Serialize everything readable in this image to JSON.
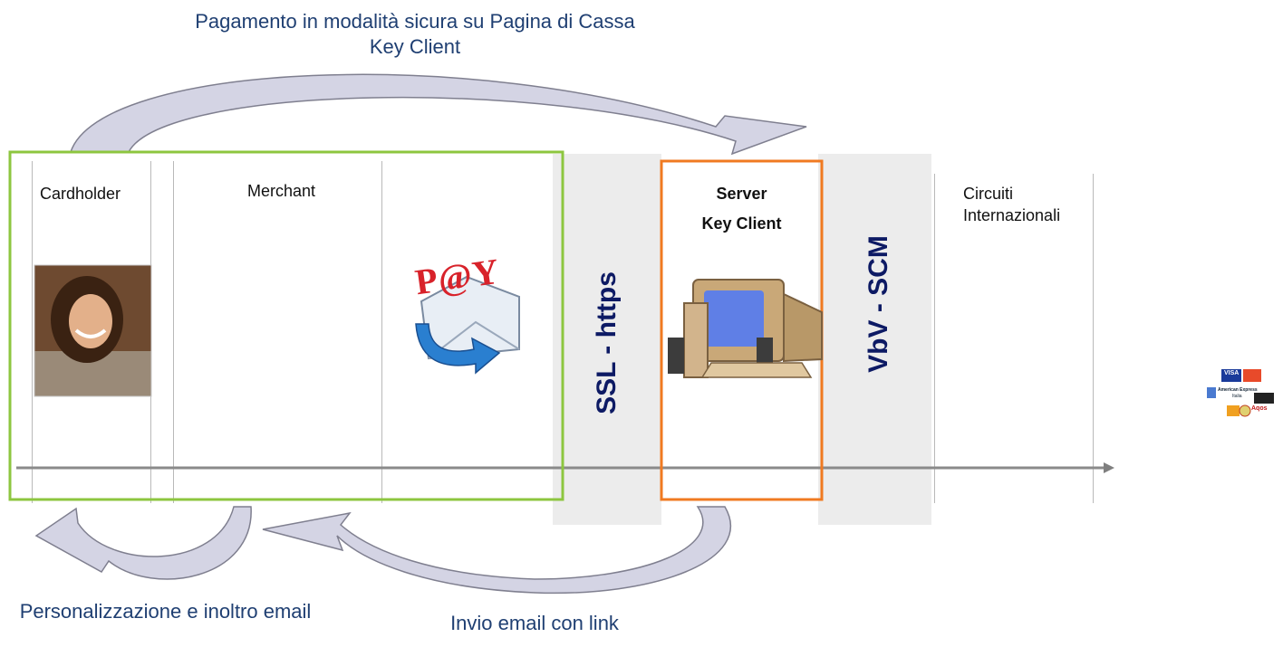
{
  "captions": {
    "top": "Pagamento in modalità sicura su Pagina di Cassa Key Client",
    "bottom_left": "Personalizzazione e inoltro email",
    "bottom_center": "Invio email con link"
  },
  "columns": {
    "cardholder": "Cardholder",
    "merchant": "Merchant",
    "server_title": "Server",
    "server_name": "Key Client",
    "circuiti": "Circuiti Internazionali"
  },
  "bands": {
    "ssl": "SSL - https",
    "vbv": "VbV - SCM"
  },
  "pay_logo_text": "P@Y",
  "card_logos": {
    "visa": "VISA",
    "amex": "American Express",
    "amex_sub": "Italia",
    "aqos": "Aqos"
  },
  "colors": {
    "merchant_frame": "#8dc63f",
    "server_frame": "#f07a21",
    "arrow_fill": "#d4d4e4",
    "arrow_stroke": "#7f7f8f",
    "caption_text": "#1f3f72",
    "band_text": "#0d1a64"
  },
  "icons": {
    "photo": "cardholder-photo",
    "pay": "pay-email-icon",
    "computer": "computer-icon",
    "cards": "card-circuits-icon"
  }
}
